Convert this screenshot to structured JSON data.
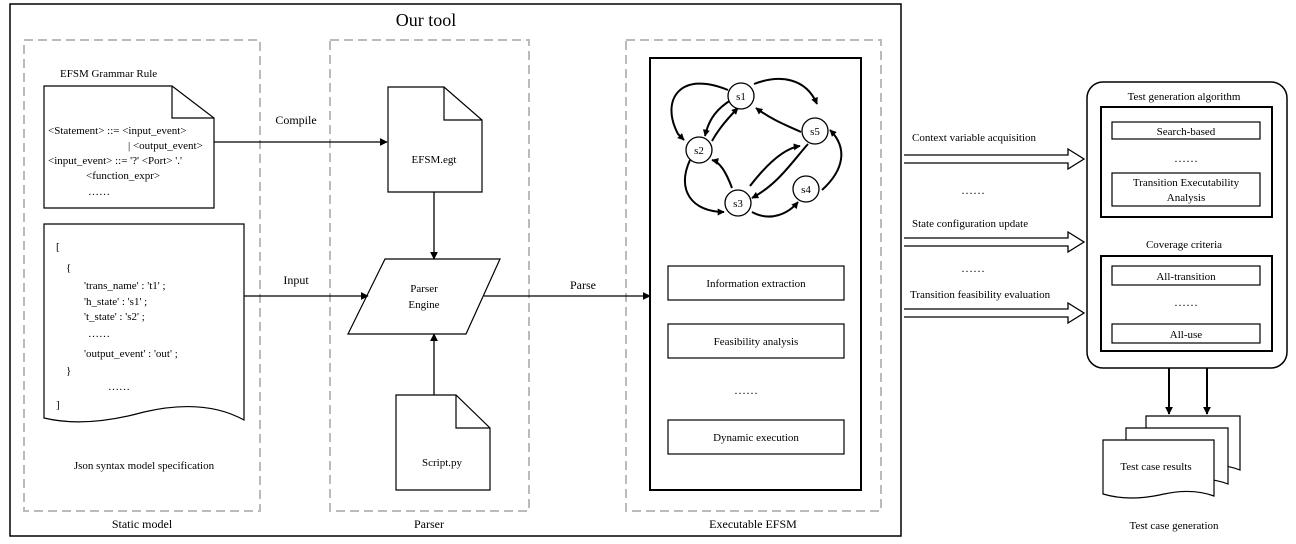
{
  "tool_title": "Our tool",
  "static_model": {
    "label": "Static model",
    "grammar": {
      "title": "EFSM Grammar Rule",
      "lines": [
        "<Statement> ::= <input_event>",
        "| <output_event>",
        "<input_event> ::= '?' <Port> '.'",
        "<function_expr>",
        "……"
      ]
    },
    "json": {
      "caption": "Json syntax model specification",
      "lines": [
        "[",
        "{",
        "'trans_name'  :  't1'  ;",
        "'h_state'  :  's1'  ;",
        "'t_state'  :  's2'  ;",
        "……",
        "'output_event'  :  'out'  ;",
        "}",
        "……",
        "]"
      ]
    }
  },
  "parser": {
    "label": "Parser",
    "efsm_file": "EFSM.egt",
    "engine_line1": "Parser",
    "engine_line2": "Engine",
    "script_file": "Script.py"
  },
  "executable": {
    "label": "Executable EFSM",
    "states": [
      "s1",
      "s2",
      "s3",
      "s4",
      "s5"
    ],
    "boxes": [
      "Information extraction",
      "Feasibility analysis",
      "……",
      "Dynamic execution"
    ]
  },
  "edges": {
    "compile": "Compile",
    "input": "Input",
    "parse": "Parse"
  },
  "outputs": [
    "Context variable acquisition",
    "……",
    "State configuration update",
    "……",
    "Transition feasibility evaluation"
  ],
  "test_generation": {
    "label": "Test case generation",
    "algorithm_title": "Test generation algorithm",
    "algorithm_items": [
      "Search-based",
      "……"
    ],
    "algorithm_last_line1": "Transition Executability",
    "algorithm_last_line2": "Analysis",
    "coverage_title": "Coverage criteria",
    "coverage_items": [
      "All-transition",
      "……",
      "All-use"
    ],
    "results": "Test case results"
  }
}
